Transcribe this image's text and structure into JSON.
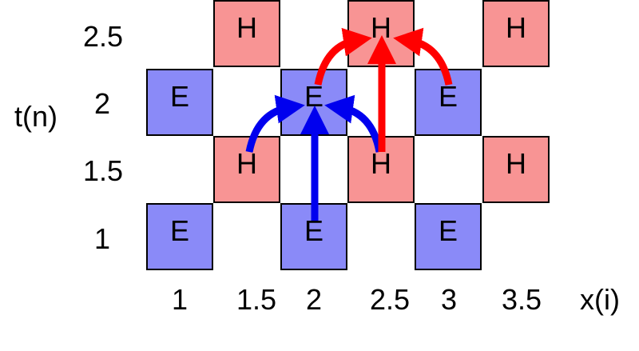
{
  "axes": {
    "y_title": "t(n)",
    "x_title": "x(i)",
    "y_ticks": [
      "2.5",
      "2",
      "1.5",
      "1"
    ],
    "x_ticks": [
      "1",
      "1.5",
      "2",
      "2.5",
      "3",
      "3.5"
    ]
  },
  "cells": [
    {
      "type": "H",
      "label": "H",
      "x": "1.5",
      "t": "2.5"
    },
    {
      "type": "H",
      "label": "H",
      "x": "2.5",
      "t": "2.5"
    },
    {
      "type": "H",
      "label": "H",
      "x": "3.5",
      "t": "2.5"
    },
    {
      "type": "E",
      "label": "E",
      "x": "1",
      "t": "2"
    },
    {
      "type": "E",
      "label": "E",
      "x": "2",
      "t": "2"
    },
    {
      "type": "E",
      "label": "E",
      "x": "3",
      "t": "2"
    },
    {
      "type": "H",
      "label": "H",
      "x": "1.5",
      "t": "1.5"
    },
    {
      "type": "H",
      "label": "H",
      "x": "2.5",
      "t": "1.5"
    },
    {
      "type": "H",
      "label": "H",
      "x": "3.5",
      "t": "1.5"
    },
    {
      "type": "E",
      "label": "E",
      "x": "1",
      "t": "1"
    },
    {
      "type": "E",
      "label": "E",
      "x": "2",
      "t": "1"
    },
    {
      "type": "E",
      "label": "E",
      "x": "3",
      "t": "1"
    }
  ],
  "colors": {
    "E_fill": "#8a8af8",
    "H_fill": "#f89494",
    "E_arrow": "#0000ee",
    "H_arrow": "#ff0000"
  }
}
